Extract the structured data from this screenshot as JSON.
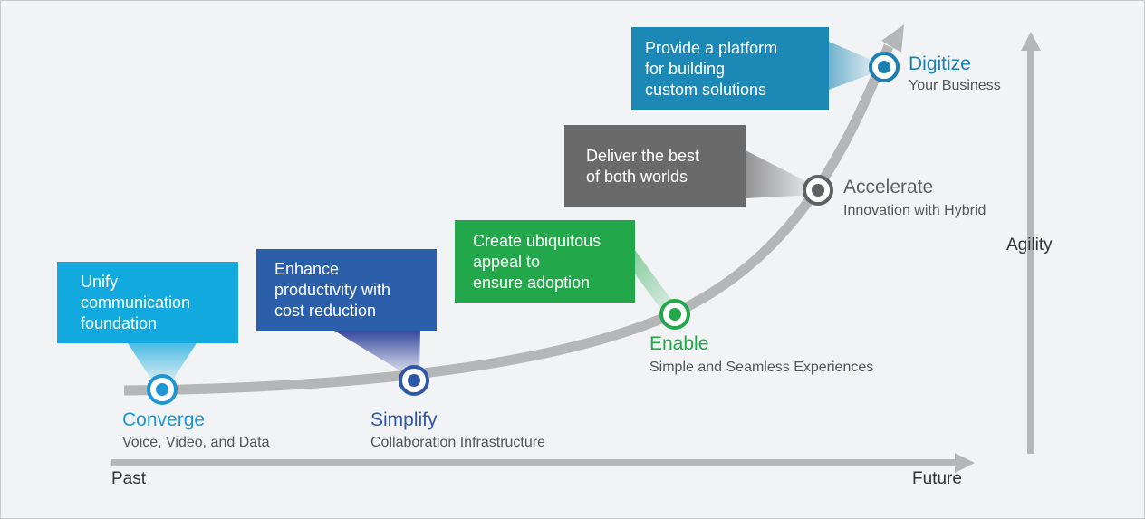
{
  "stages": [
    {
      "id": "converge",
      "title": "Converge",
      "subtitle": "Voice, Video, and Data",
      "callout": "Unify\ncommunication\nfoundation",
      "color": "#12a9df",
      "title_color": "#1f97d4"
    },
    {
      "id": "simplify",
      "title": "Simplify",
      "subtitle": "Collaboration Infrastructure",
      "callout": "Enhance\nproductivity with\ncost reduction",
      "color": "#2b5faa",
      "title_color": "#2e57a5"
    },
    {
      "id": "enable",
      "title": "Enable",
      "subtitle": "Simple and Seamless Experiences",
      "callout": "Create ubiquitous\nappeal to\nensure adoption",
      "color": "#22a84a",
      "title_color": "#22a84a"
    },
    {
      "id": "accelerate",
      "title": "Accelerate",
      "subtitle": "Innovation with Hybrid",
      "callout": "Deliver the best\nof both worlds",
      "color": "#6a6a6b",
      "title_color": "#5f6062"
    },
    {
      "id": "digitize",
      "title": "Digitize",
      "subtitle": "Your Business",
      "callout": "Provide a platform\nfor building\ncustom solutions",
      "color": "#1c88b5",
      "title_color": "#1c7fb0"
    }
  ],
  "axes": {
    "x_start": "Past",
    "x_end": "Future",
    "y": "Agility"
  },
  "colors": {
    "background": "#f2f3f5",
    "curve": "#b5b6b8"
  }
}
